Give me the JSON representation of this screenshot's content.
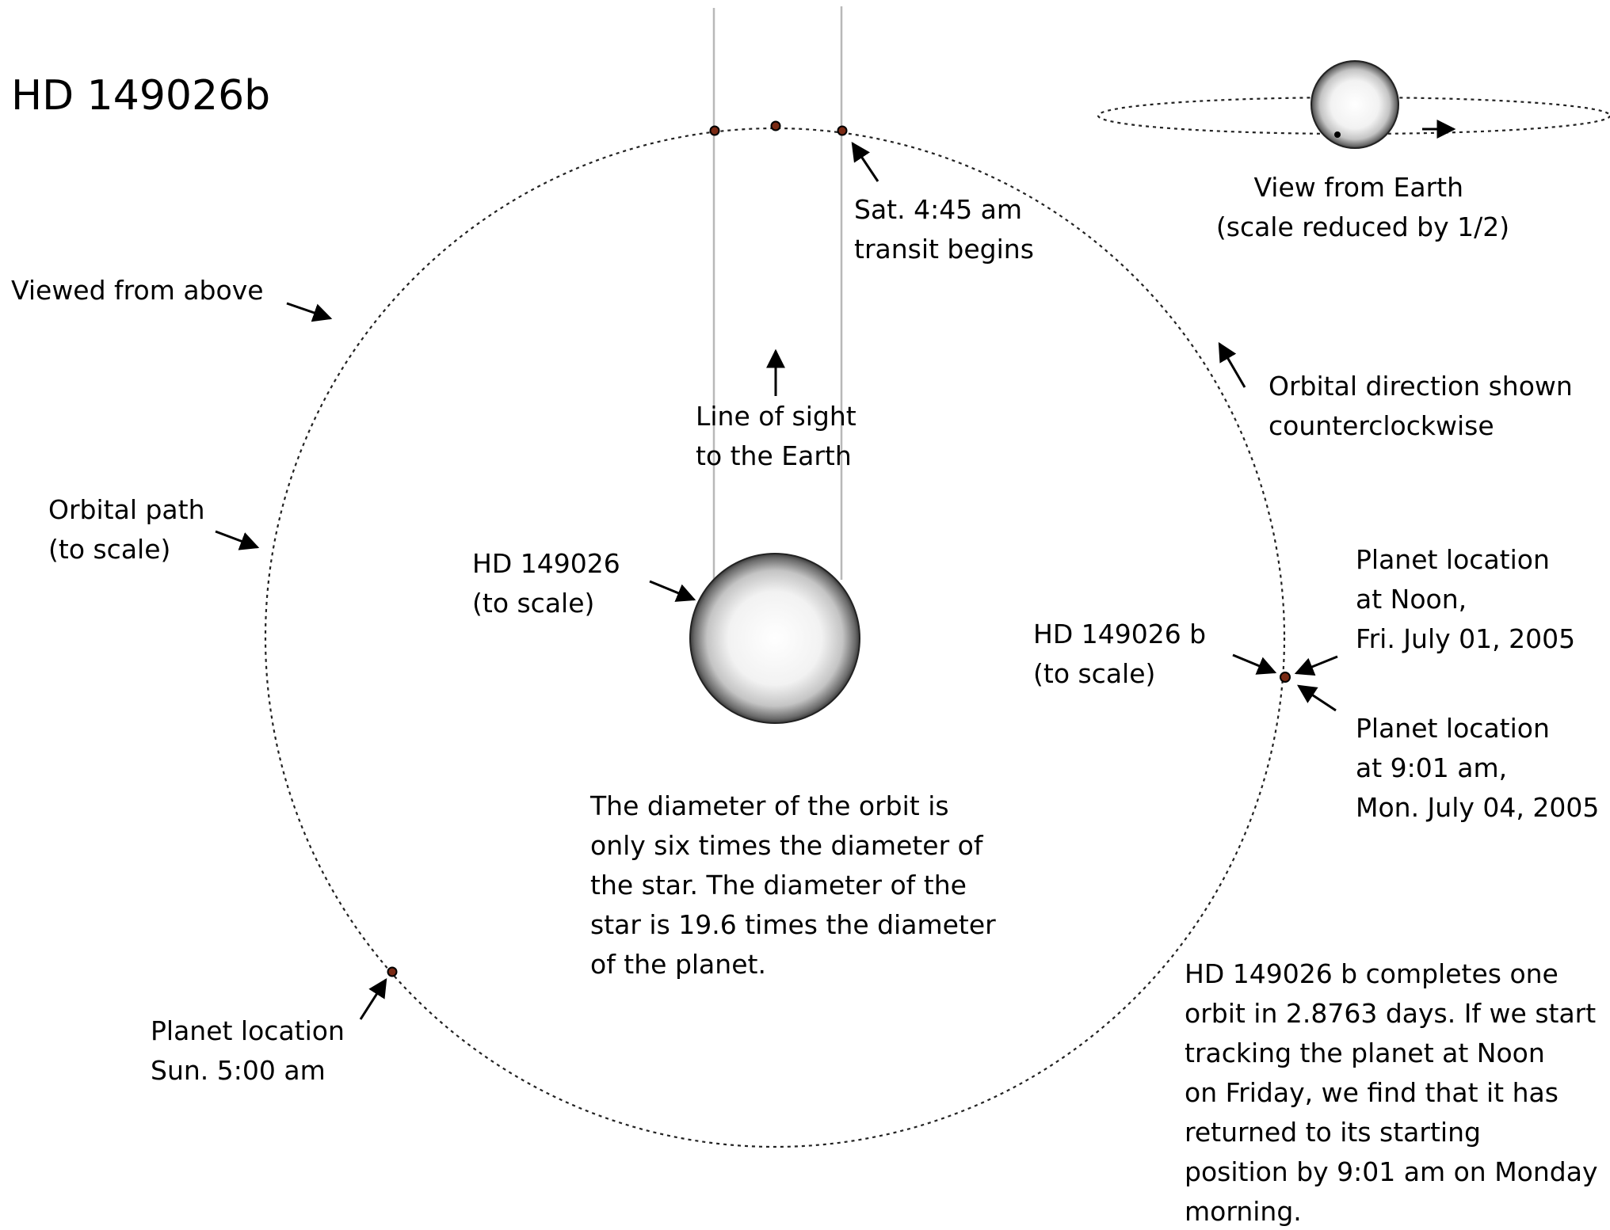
{
  "title": "HD 149026b",
  "labels": {
    "viewed_from_above": "Viewed from above",
    "orbital_path": [
      "Orbital path",
      "(to scale)"
    ],
    "star": [
      "HD 149026",
      "(to scale)"
    ],
    "line_of_sight": [
      "Line of sight",
      "to the Earth"
    ],
    "transit": [
      "Sat. 4:45 am",
      "transit begins"
    ],
    "view_from_earth": [
      "View from Earth",
      "(scale reduced by 1/2)"
    ],
    "orbital_direction": [
      "Orbital direction shown",
      "counterclockwise"
    ],
    "planet": [
      "HD 149026 b",
      "(to scale)"
    ],
    "location_noon": [
      "Planet location",
      "at Noon,",
      "Fri. July 01, 2005"
    ],
    "location_monday": [
      "Planet location",
      "at 9:01 am,",
      "Mon. July 04, 2005"
    ],
    "location_sunday": [
      "Planet location",
      "Sun. 5:00 am"
    ],
    "diameter_note": [
      "The diameter of the orbit is",
      "only six times the diameter of",
      "the star. The diameter of the",
      "star is 19.6 times the diameter",
      "of the planet."
    ],
    "period_note": [
      "HD 149026 b completes one",
      "orbit in 2.8763 days. If we start",
      "tracking the planet at Noon",
      "on Friday, we find that it has",
      "returned to its starting",
      "position by 9:01 am on Monday",
      "morning."
    ]
  },
  "colors": {
    "planet": "#7a2a14",
    "line_of_sight": "#b8b8b8",
    "star_center": "#ffffff",
    "star_edge": "#3a3a3a"
  },
  "icons": {
    "star": "gradient-sphere",
    "planet": "dark-red-dot",
    "pointer": "arrow"
  }
}
